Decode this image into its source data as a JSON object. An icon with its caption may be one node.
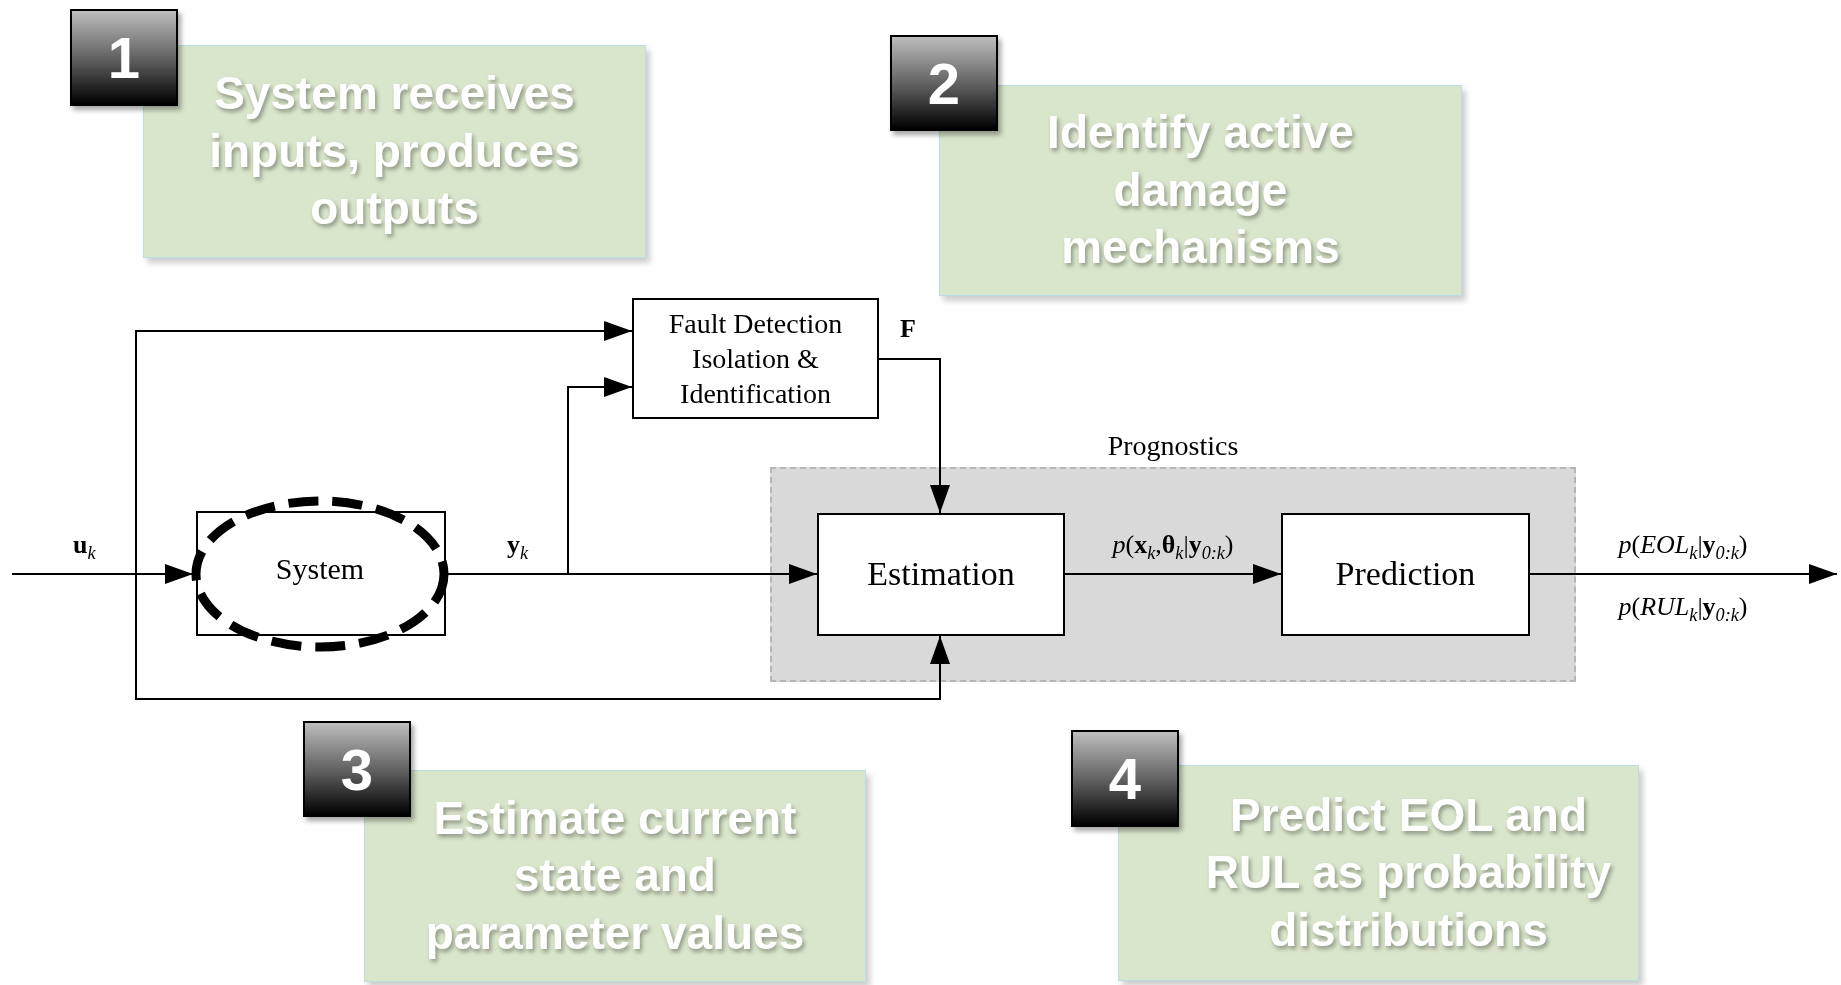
{
  "diagram": {
    "nodes": [
      {
        "text": [
          "1"
        ]
      },
      {
        "text": [
          "System receives inputs, produces outputs"
        ]
      },
      {
        "text": [
          "2"
        ]
      },
      {
        "text": [
          "Identify active damage mechanisms"
        ]
      },
      {
        "text": [
          "Fault Detection Isolation & Identification"
        ]
      },
      {
        "text": [
          "System"
        ]
      },
      {
        "text": [
          "Prognostics"
        ]
      },
      {
        "text": [
          "Estimation"
        ],
        "in": 6
      },
      {
        "text": [
          "Prediction"
        ],
        "in": 6
      },
      {
        "text": [
          "3"
        ]
      },
      {
        "text": [
          "Estimate current state and parameter values"
        ]
      },
      {
        "text": [
          "4"
        ]
      },
      {
        "text": [
          "Predict EOL and RUL as probability distributions"
        ]
      }
    ],
    "edges": [
      {
        "from": null,
        "to": 5,
        "arrow": "to",
        "label": "**u**$_{k}$"
      },
      {
        "from": null,
        "to": 4,
        "arrow": "to"
      },
      {
        "from": null,
        "to": 7,
        "arrow": "to"
      },
      {
        "from": 5,
        "to": 7,
        "arrow": "to",
        "label": "**y**$_{k}$"
      },
      {
        "from": 5,
        "to": 4,
        "arrow": "to"
      },
      {
        "from": 4,
        "to": 7,
        "arrow": "to",
        "label": "**F**"
      },
      {
        "from": 7,
        "to": 8,
        "arrow": "to",
        "label": "*p*(**x**$_{k}$,**θ**$_{k}$|**y**$_{0:k}$)"
      },
      {
        "from": 8,
        "to": null,
        "arrow": "to",
        "label": "*p*(*EOL*$_{k}$|**y**$_{0:k}$)"
      }
    ],
    "labels": [
      "*p*(*RUL*$_{k}$|**y**$_{0:k}$)"
    ]
  }
}
